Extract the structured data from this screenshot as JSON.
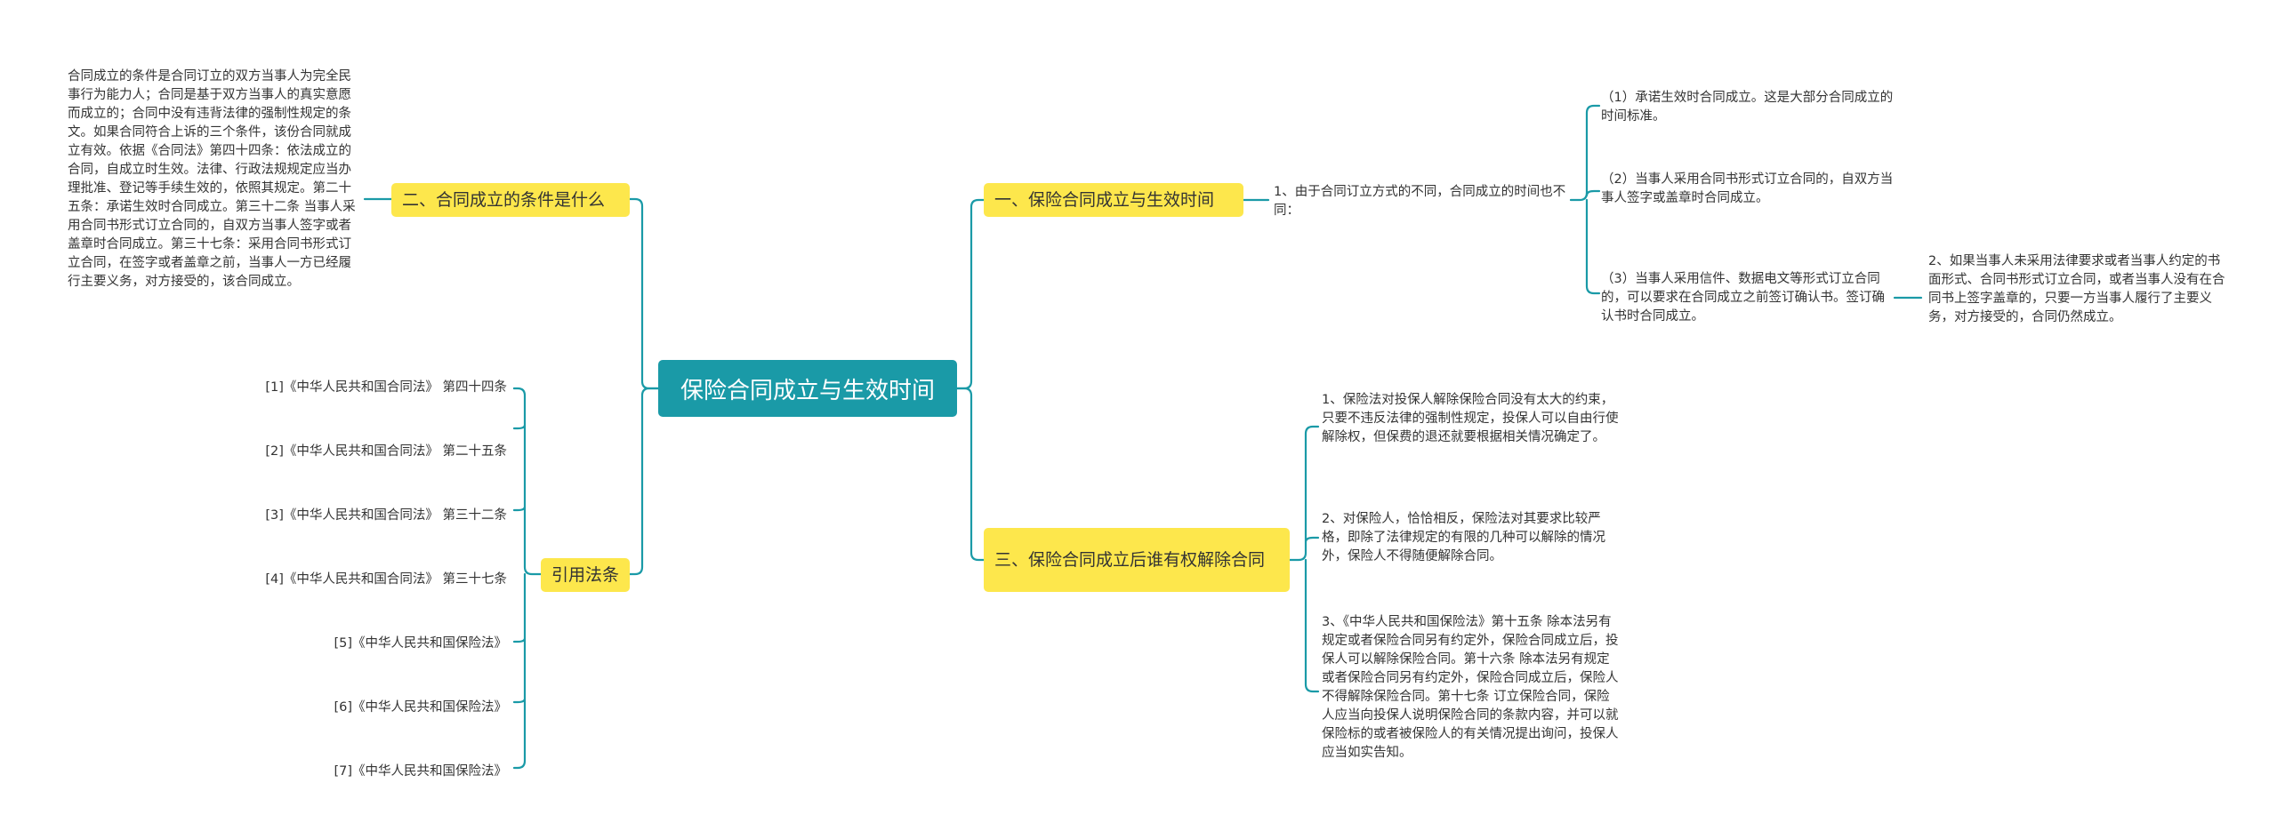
{
  "colors": {
    "line": "#1a9aa7",
    "root_bg": "#1a9aa7",
    "branch_bg": "#fde74c",
    "text": "#333333"
  },
  "root": {
    "label": "保险合同成立与生效时间"
  },
  "left": {
    "conditions": {
      "label": "二、合同成立的条件是什么",
      "text": "合同成立的条件是合同订立的双方当事人为完全民事行为能力人；合同是基于双方当事人的真实意愿而成立的；合同中没有违背法律的强制性规定的条文。如果合同符合上诉的三个条件，该份合同就成立有效。依据《合同法》第四十四条：依法成立的合同，自成立时生效。法律、行政法规规定应当办理批准、登记等手续生效的，依照其规定。第二十五条：承诺生效时合同成立。第三十二条 当事人采用合同书形式订立合同的，自双方当事人签字或者盖章时合同成立。第三十七条：采用合同书形式订立合同，在签字或者盖章之前，当事人一方已经履行主要义务，对方接受的，该合同成立。"
    },
    "citations": {
      "label": "引用法条",
      "items": [
        "[1]《中华人民共和国合同法》 第四十四条",
        "[2]《中华人民共和国合同法》 第二十五条",
        "[3]《中华人民共和国合同法》 第三十二条",
        "[4]《中华人民共和国合同法》 第三十七条",
        "[5]《中华人民共和国保险法》",
        "[6]《中华人民共和国保险法》",
        "[7]《中华人民共和国保险法》"
      ]
    }
  },
  "right": {
    "b1": {
      "label": "一、保险合同成立与生效时间",
      "intro": "1、由于合同订立方式的不同，合同成立的时间也不同：",
      "subs": [
        "（1）承诺生效时合同成立。这是大部分合同成立的时间标准。",
        "（2）当事人采用合同书形式订立合同的，自双方当事人签字或盖章时合同成立。",
        "（3）当事人采用信件、数据电文等形式订立合同的，可以要求在合同成立之前签订确认书。签订确认书时合同成立。"
      ],
      "note": "2、如果当事人未采用法律要求或者当事人约定的书面形式、合同书形式订立合同，或者当事人没有在合同书上签字盖章的，只要一方当事人履行了主要义务，对方接受的，合同仍然成立。"
    },
    "b3": {
      "label": "三、保险合同成立后谁有权解除合同",
      "items": [
        "1、保险法对投保人解除保险合同没有太大的约束，只要不违反法律的强制性规定，投保人可以自由行使解除权，但保费的退还就要根据相关情况确定了。",
        "2、对保险人，恰恰相反，保险法对其要求比较严格，即除了法律规定的有限的几种可以解除的情况外，保险人不得随便解除合同。",
        "3、《中华人民共和国保险法》第十五条 除本法另有规定或者保险合同另有约定外，保险合同成立后，投保人可以解除保险合同。第十六条 除本法另有规定或者保险合同另有约定外，保险合同成立后，保险人不得解除保险合同。第十七条 订立保险合同，保险人应当向投保人说明保险合同的条款内容，并可以就保险标的或者被保险人的有关情况提出询问，投保人应当如实告知。"
      ]
    }
  }
}
